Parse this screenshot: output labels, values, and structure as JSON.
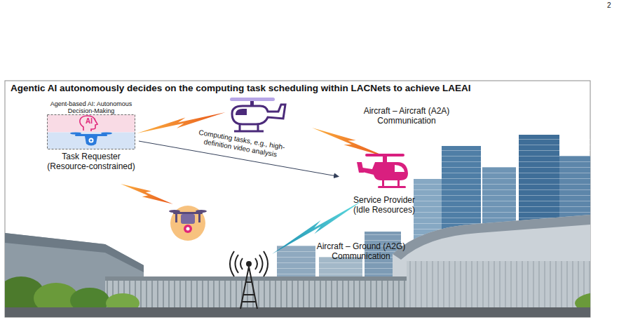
{
  "diagram": {
    "title": "Agentic AI autonomously decides on the computing task scheduling within LACNets to achieve LAEAI",
    "nodes": [
      {
        "text": [
          "Agent-based AI: Autonomous Decision-Making",
          "Task Requester (Resource-constrained)"
        ]
      },
      {
        "text": [
          "Service Provider (Idle Resources)"
        ]
      }
    ],
    "edges": [
      {
        "from": 0,
        "to": 1,
        "arrow": "to",
        "label": "Computing tasks, e.g., high-definition video analysis"
      }
    ],
    "labels": [
      "2",
      "AI",
      "Aircraft – Aircraft (A2A) Communication",
      "Aircraft – Ground (A2G) Communication"
    ]
  }
}
